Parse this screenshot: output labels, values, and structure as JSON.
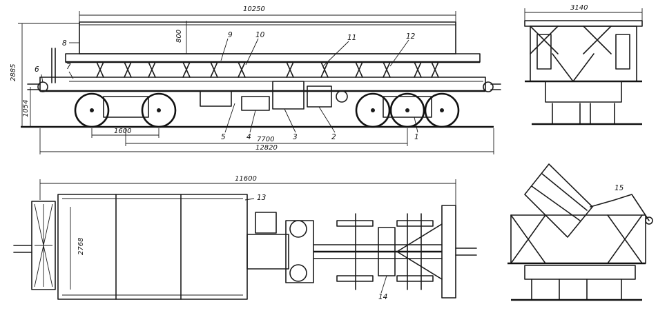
{
  "dimensions": {
    "top_length": "10250",
    "height_total": "2885",
    "height_lower": "1054",
    "platform_h": "800",
    "bogie_base": "1600",
    "center_dist": "7700",
    "overall_len": "12820",
    "end_width": "3140",
    "plan_len": "11600",
    "plan_width": "2768"
  },
  "labels": [
    "1",
    "2",
    "3",
    "4",
    "5",
    "6",
    "7",
    "8",
    "9",
    "10",
    "11",
    "12",
    "13",
    "14",
    "15"
  ]
}
